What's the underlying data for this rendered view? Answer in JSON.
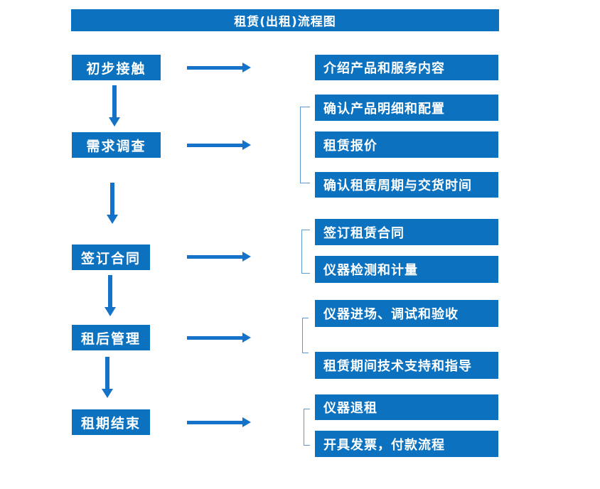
{
  "title": "租赁(出租)流程图",
  "colors": {
    "box_blue": "#0C72BF",
    "arrow_blue": "#1473C8",
    "bracket_blue": "#5B9BD5",
    "text": "#FFFFFF"
  },
  "steps": [
    {
      "label": "初步接触",
      "outputs": [
        "介绍产品和服务内容"
      ]
    },
    {
      "label": "需求调查",
      "outputs": [
        "确认产品明细和配置",
        "租赁报价",
        "确认租赁周期与交货时间"
      ]
    },
    {
      "label": "签订合同",
      "outputs": [
        "签订租赁合同",
        "仪器检测和计量"
      ]
    },
    {
      "label": "租后管理",
      "outputs": [
        "仪器进场、调试和验收",
        "租赁期间技术支持和指导"
      ]
    },
    {
      "label": "租期结束",
      "outputs": [
        "仪器退租",
        "开具发票，付款流程"
      ]
    }
  ]
}
